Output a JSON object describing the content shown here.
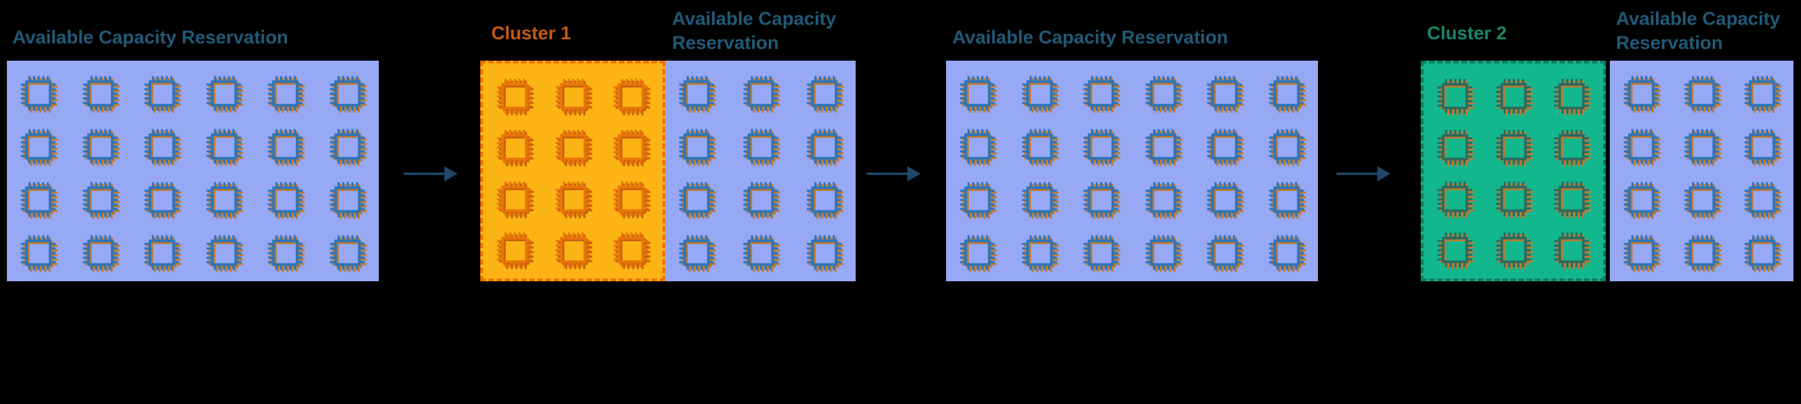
{
  "diagram": {
    "background": "#000000",
    "title_color": "#215A78",
    "arrow_color": "#204769",
    "arrow_icon": "right-arrow-icon",
    "chip_icon": "cpu-chip-icon",
    "panels": [
      {
        "title": "Available Capacity Reservation",
        "theme": "blue",
        "grid": {
          "cols": 6,
          "rows": 4
        }
      },
      {
        "title": "Cluster 1",
        "theme": "amber",
        "grid": {
          "cols": 3,
          "rows": 4
        }
      },
      {
        "title_line1": "Available Capacity",
        "title_line2": "Reservation",
        "theme": "blue",
        "grid": {
          "cols": 3,
          "rows": 4
        }
      },
      {
        "title": "Available Capacity Reservation",
        "theme": "blue",
        "grid": {
          "cols": 6,
          "rows": 4
        }
      },
      {
        "title": "Cluster 2",
        "theme": "green",
        "grid": {
          "cols": 3,
          "rows": 4
        }
      },
      {
        "title_line1": "Available Capacity",
        "title_line2": "Reservation",
        "theme": "blue",
        "grid": {
          "cols": 3,
          "rows": 4
        }
      }
    ],
    "themes": {
      "blue": {
        "fill": "#97A8F5",
        "chip": "#2E74B8",
        "chip_shadow": "#BD7B31",
        "label": "#215A78"
      },
      "amber": {
        "fill": "#FCB414",
        "chip": "#E87607",
        "chip_shadow": "#C9620C",
        "border": "#ED7100",
        "label": "#C55A11"
      },
      "green": {
        "fill": "#12B78E",
        "chip": "#2A6B5F",
        "chip_shadow": "#BD7B31",
        "border": "#0E7E62",
        "label": "#17876B"
      }
    }
  }
}
